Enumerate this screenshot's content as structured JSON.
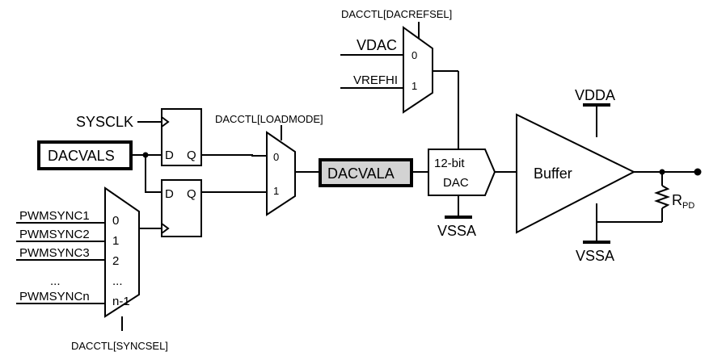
{
  "diagram": {
    "dacrefsel_label": "DACCTL[DACREFSEL]",
    "vdac_label": "VDAC",
    "vrefhi_label": "VREFHI",
    "refmux_in0": "0",
    "refmux_in1": "1",
    "sysclk_label": "SYSCLK",
    "dacvals_label": "DACVALS",
    "ff1_d": "D",
    "ff1_q": "Q",
    "ff2_d": "D",
    "ff2_q": "Q",
    "loadmode_label": "DACCTL[LOADMODE]",
    "loadmux_in0": "0",
    "loadmux_in1": "1",
    "dacvala_label": "DACVALA",
    "dac_line1": "12-bit",
    "dac_line2": "DAC",
    "vssa_dac_label": "VSSA",
    "buffer_label": "Buffer",
    "vdda_label": "VDDA",
    "vssa_buffer_label": "VSSA",
    "rpd_main": "R",
    "rpd_sub": "PD",
    "pwmsync1": "PWMSYNC1",
    "pwmsync2": "PWMSYNC2",
    "pwmsync3": "PWMSYNC3",
    "pwmsync_dots": "...",
    "pwmsyncn": "PWMSYNCn",
    "syncmux_in0": "0",
    "syncmux_in1": "1",
    "syncmux_in2": "2",
    "syncmux_dots": "...",
    "syncmux_inn1": "n-1",
    "syncsel_label": "DACCTL[SYNCSEL]"
  }
}
